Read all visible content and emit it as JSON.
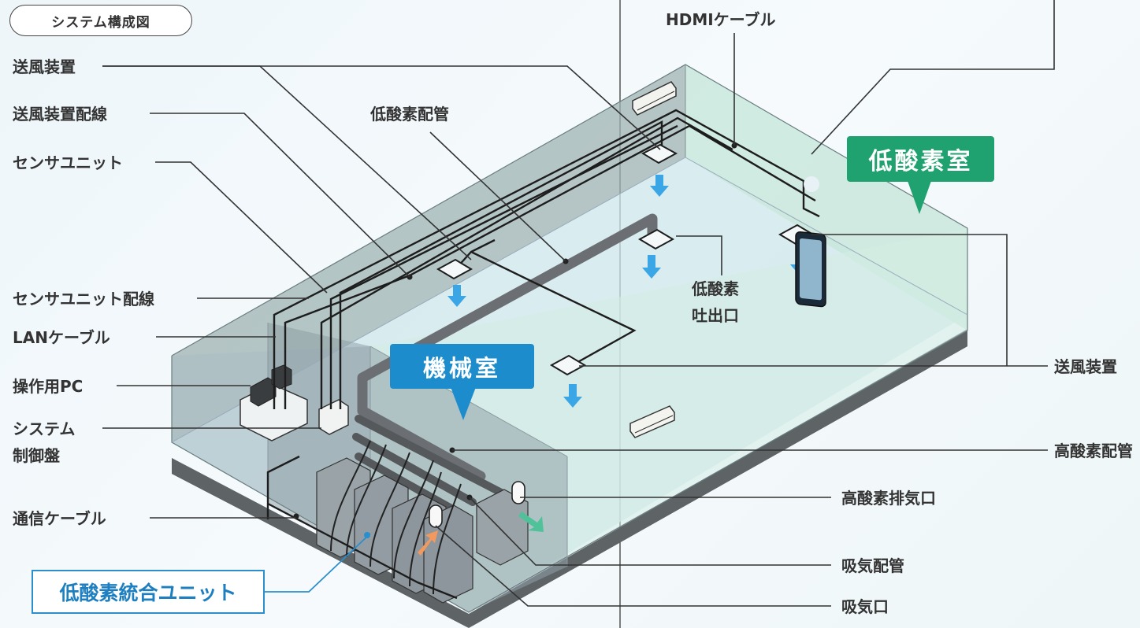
{
  "title_badge": "システム構成図",
  "rooms": {
    "low_oxygen_room": "低酸素室",
    "machine_room": "機械室",
    "integrated_unit": "低酸素統合ユニット"
  },
  "left_labels": {
    "blower": "送風装置",
    "blower_wiring": "送風装置配線",
    "sensor_unit": "センサユニット",
    "sensor_unit_wiring": "センサユニット配線",
    "lan_cable": "LANケーブル",
    "operation_pc": "操作用PC",
    "system_control_line1": "システム",
    "system_control_line2": "制御盤",
    "comm_cable": "通信ケーブル"
  },
  "top_labels": {
    "hdmi_cable": "HDMIケーブル",
    "low_oxygen_pipe": "低酸素配管"
  },
  "center_labels": {
    "outlet_line1": "低酸素",
    "outlet_line2": "吐出口"
  },
  "right_labels": {
    "blower": "送風装置",
    "high_oxygen_pipe": "高酸素配管",
    "high_oxygen_exhaust": "高酸素排気口",
    "intake_pipe": "吸気配管",
    "intake_port": "吸気口"
  },
  "colors": {
    "low_oxygen_badge": "#1fa26f",
    "machine_badge": "#1d8ccc",
    "unit_box_border": "#2a8fcc",
    "air_arrow": "#3aa6e6"
  }
}
